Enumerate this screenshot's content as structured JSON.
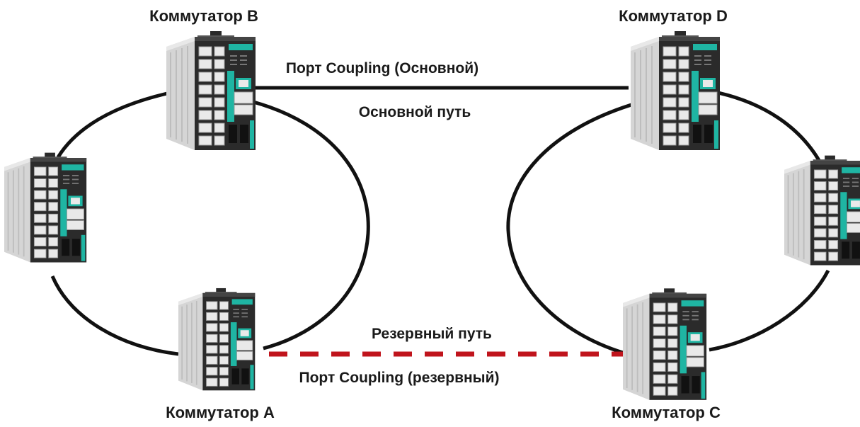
{
  "labels": {
    "switch_b": "Коммутатор B",
    "switch_d": "Коммутатор D",
    "switch_a": "Коммутатор A",
    "switch_c": "Коммутатор C",
    "coupling_main": "Порт Coupling (Основной)",
    "main_path": "Основной путь",
    "backup_path": "Резервный путь",
    "coupling_backup": "Порт Coupling (резервный)"
  },
  "colors": {
    "ring_line": "#111111",
    "backup_line": "#c0141c",
    "device_body": "#d8d8d8",
    "device_dark": "#2b2b2b",
    "device_accent": "#1fb5a3"
  },
  "device_icon": "industrial-ethernet-switch-icon"
}
